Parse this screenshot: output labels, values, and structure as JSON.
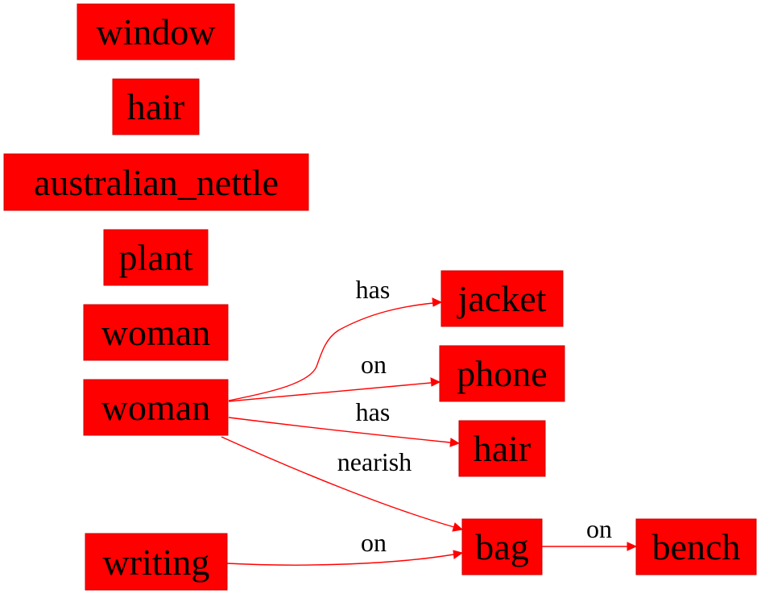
{
  "colors": {
    "node_fill": "#ff0000",
    "edge": "#ff0000",
    "text": "#000000"
  },
  "nodes": [
    {
      "id": "window",
      "label": "window"
    },
    {
      "id": "hair_top",
      "label": "hair"
    },
    {
      "id": "australian_nettle",
      "label": "australian_nettle"
    },
    {
      "id": "plant",
      "label": "plant"
    },
    {
      "id": "woman_top",
      "label": "woman"
    },
    {
      "id": "woman_main",
      "label": "woman"
    },
    {
      "id": "writing",
      "label": "writing"
    },
    {
      "id": "jacket",
      "label": "jacket"
    },
    {
      "id": "phone",
      "label": "phone"
    },
    {
      "id": "hair_right",
      "label": "hair"
    },
    {
      "id": "bag",
      "label": "bag"
    },
    {
      "id": "bench",
      "label": "bench"
    }
  ],
  "edges": [
    {
      "id": "woman-jacket",
      "from": "woman_main",
      "to": "jacket",
      "label": "has"
    },
    {
      "id": "woman-phone",
      "from": "woman_main",
      "to": "phone",
      "label": "on"
    },
    {
      "id": "woman-hair",
      "from": "woman_main",
      "to": "hair_right",
      "label": "has"
    },
    {
      "id": "woman-bag",
      "from": "woman_main",
      "to": "bag",
      "label": "nearish"
    },
    {
      "id": "writing-bag",
      "from": "writing",
      "to": "bag",
      "label": "on"
    },
    {
      "id": "bag-bench",
      "from": "bag",
      "to": "bench",
      "label": "on"
    }
  ]
}
